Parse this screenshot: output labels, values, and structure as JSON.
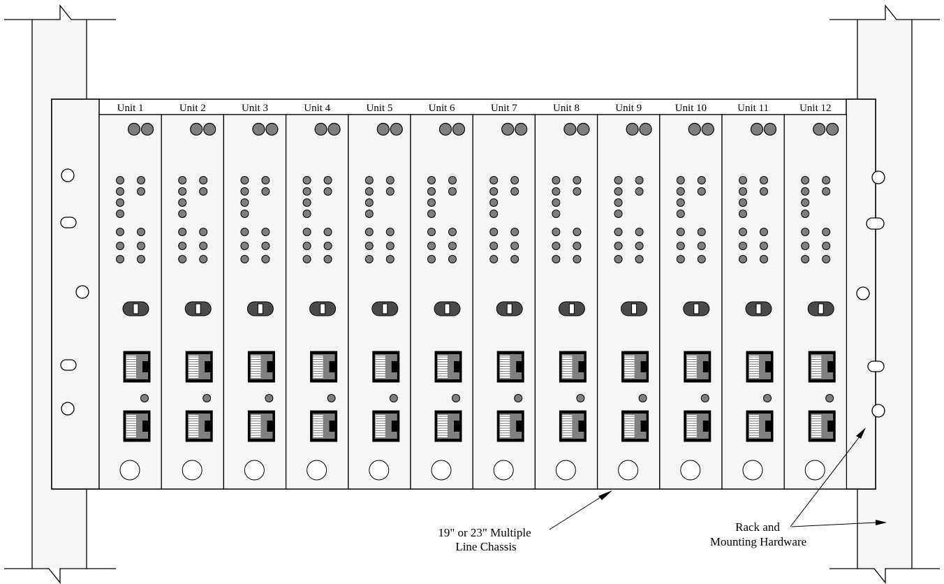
{
  "units": [
    {
      "label": "Unit 1"
    },
    {
      "label": "Unit 2"
    },
    {
      "label": "Unit 3"
    },
    {
      "label": "Unit 4"
    },
    {
      "label": "Unit 5"
    },
    {
      "label": "Unit 6"
    },
    {
      "label": "Unit 7"
    },
    {
      "label": "Unit 8"
    },
    {
      "label": "Unit 9"
    },
    {
      "label": "Unit 10"
    },
    {
      "label": "Unit 11"
    },
    {
      "label": "Unit 12"
    }
  ],
  "callouts": {
    "chassis": {
      "line1": "19\" or 23\" Multiple",
      "line2": "Line Chassis"
    },
    "rack": {
      "line1": "Rack and",
      "line2": "Mounting Hardware"
    }
  },
  "colors": {
    "rail_fill": "#f6f6f6",
    "panel_fill": "#f6f6f6",
    "led_fill": "#7f7f7f",
    "switch_fill": "#4a4a4a",
    "jack_fill": "#808080",
    "outline": "#000000"
  }
}
